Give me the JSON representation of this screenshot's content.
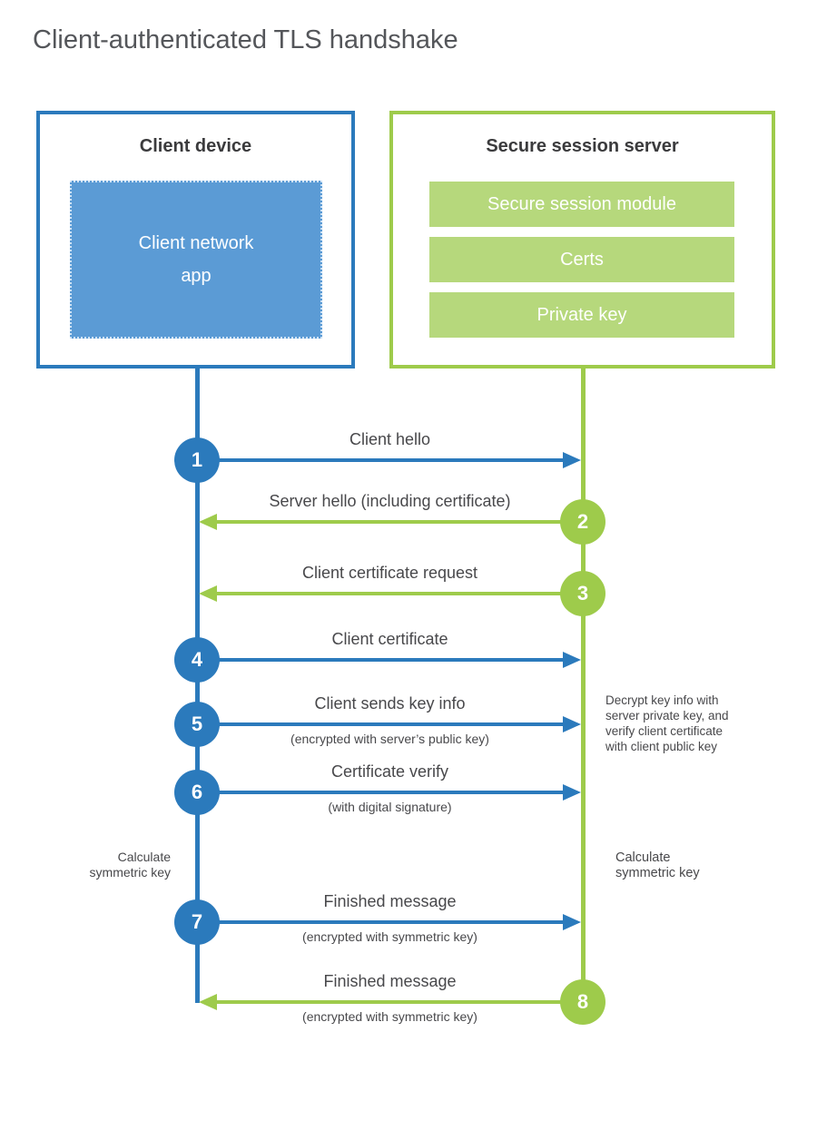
{
  "title": "Client-authenticated TLS handshake",
  "client": {
    "title": "Client device",
    "app_label": "Client network\napp"
  },
  "server": {
    "title": "Secure session server",
    "modules": [
      "Secure session module",
      "Certs",
      "Private key"
    ]
  },
  "steps": [
    {
      "num": "1",
      "direction": "client-to-server",
      "label": "Client hello",
      "sub": ""
    },
    {
      "num": "2",
      "direction": "server-to-client",
      "label": "Server hello (including certificate)",
      "sub": ""
    },
    {
      "num": "3",
      "direction": "server-to-client",
      "label": "Client certificate request",
      "sub": ""
    },
    {
      "num": "4",
      "direction": "client-to-server",
      "label": "Client certificate",
      "sub": ""
    },
    {
      "num": "5",
      "direction": "client-to-server",
      "label": "Client sends key info",
      "sub": "(encrypted with server’s public key)"
    },
    {
      "num": "6",
      "direction": "client-to-server",
      "label": "Certificate verify",
      "sub": "(with digital signature)"
    },
    {
      "num": "7",
      "direction": "client-to-server",
      "label": "Finished message",
      "sub": "(encrypted with symmetric key)"
    },
    {
      "num": "8",
      "direction": "server-to-client",
      "label": "Finished message",
      "sub": "(encrypted with symmetric key)"
    }
  ],
  "notes": {
    "decrypt": "Decrypt key info with\nserver private key, and\nverify client certificate\nwith client public key",
    "calc_client": "Calculate\nsymmetric key",
    "calc_server": "Calculate\nsymmetric key"
  },
  "colors": {
    "blue": "#2b7abc",
    "blue_light": "#5b9bd5",
    "green": "#9ecb4b",
    "green_light": "#b6d87c"
  }
}
